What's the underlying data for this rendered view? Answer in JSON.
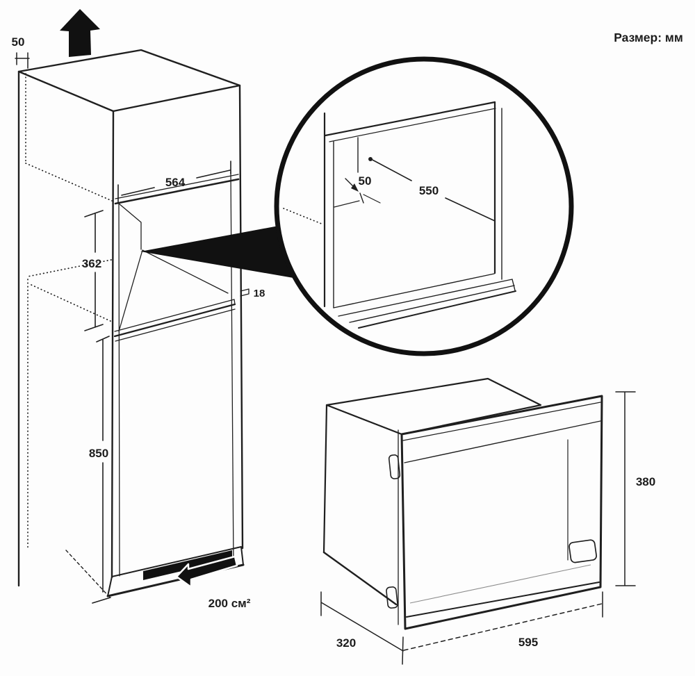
{
  "title": {
    "units_label": "Размер: мм"
  },
  "colors": {
    "line": "#1f1f1f",
    "solid_black": "#111111",
    "background": "#fdfdfd",
    "reflection_gray": "#8c8c8c"
  },
  "cabinet": {
    "dim_top_clearance": "50",
    "dim_niche_width": "564",
    "dim_niche_height": "362",
    "dim_board_thickness": "18",
    "dim_lower_height": "850",
    "vent_area_label": "200 см²"
  },
  "detail_circle": {
    "dim_side_clearance": "50",
    "dim_depth": "550"
  },
  "microwave": {
    "dim_height": "380",
    "dim_width": "595",
    "dim_depth": "320"
  }
}
